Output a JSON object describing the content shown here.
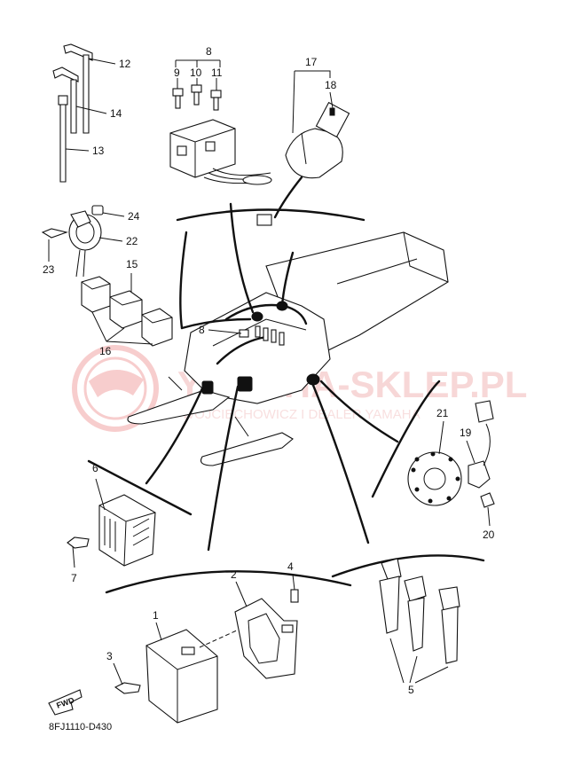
{
  "diagram_code": "8FJ1110-D430",
  "fwd_label": "FWD",
  "watermark": {
    "title": "YAMAHA-SKLEP.PL",
    "subtitle": "WOJCIECHOWICZ I DEALER YAMAHA"
  },
  "callouts": {
    "c1": "1",
    "c2": "2",
    "c3": "3",
    "c4": "4",
    "c5": "5",
    "c6": "6",
    "c7": "7",
    "c8": "8",
    "c8b": "8",
    "c9": "9",
    "c10": "10",
    "c11": "11",
    "c12": "12",
    "c13": "13",
    "c14": "14",
    "c15": "15",
    "c16": "16",
    "c17": "17",
    "c18": "18",
    "c19": "19",
    "c20": "20",
    "c21": "21",
    "c22": "22",
    "c23": "23",
    "c24": "24"
  },
  "colors": {
    "line": "#111111",
    "watermark": "#f2b8b8"
  }
}
